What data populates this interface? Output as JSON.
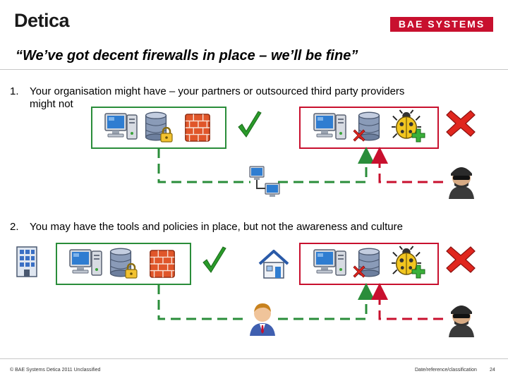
{
  "header": {
    "logo_left": "Detica",
    "logo_right": "BAE SYSTEMS",
    "title": "“We’ve got decent firewalls in place – we’ll be fine”"
  },
  "points": [
    {
      "number": "1.",
      "text_line1": "Your organisation might have – your partners or outsourced third party providers",
      "text_line2": "might not"
    },
    {
      "number": "2.",
      "text": "You may have the tools and policies in place, but not the awareness and culture"
    }
  ],
  "colors": {
    "green": "#2a8d3a",
    "red": "#c8102e",
    "firewall": "#e0562a",
    "database": "#8a9bb8"
  },
  "icons": {
    "scenario1": [
      "computer-icon",
      "database-lock-icon",
      "firewall-icon",
      "checkmark-icon",
      "computer-icon",
      "database-error-icon",
      "bug-plus-icon",
      "cross-icon",
      "network-icon",
      "hacker-icon"
    ],
    "scenario2": [
      "office-building-icon",
      "computer-icon",
      "database-lock-icon",
      "firewall-icon",
      "checkmark-icon",
      "home-icon",
      "computer-icon",
      "database-error-icon",
      "bug-plus-icon",
      "cross-icon",
      "employee-icon",
      "hacker-icon"
    ]
  },
  "footer": {
    "left": "© BAE Systems Detica 2011  Unclassified",
    "middle": "Date/reference/classification",
    "page": "24"
  }
}
